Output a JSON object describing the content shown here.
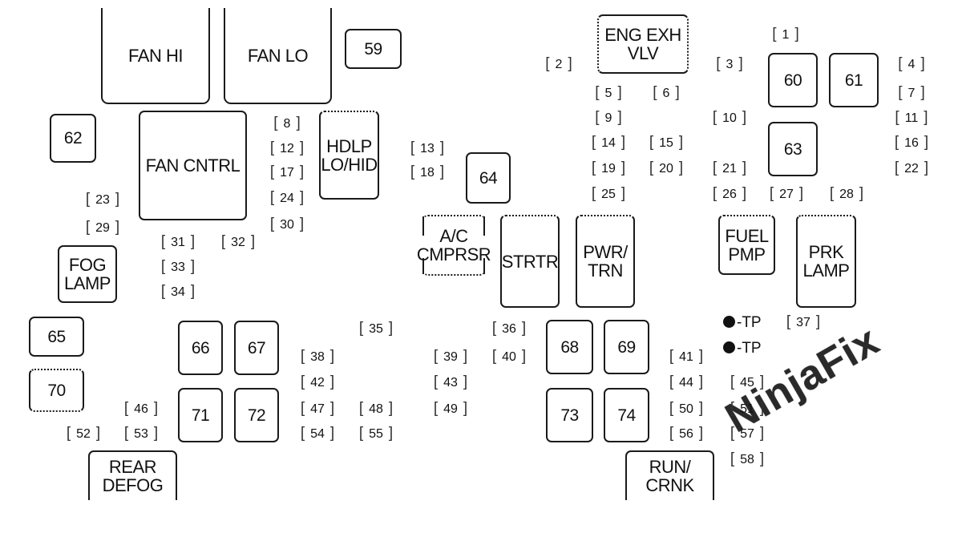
{
  "boxes": {
    "fan_hi": "FAN HI",
    "fan_lo": "FAN LO",
    "b59": "59",
    "eng_exh_vlv": "ENG EXH\nVLV",
    "b60": "60",
    "b61": "61",
    "b62": "62",
    "fan_cntrl": "FAN CNTRL",
    "hdlp_lo_hid": "HDLP\nLO/HID",
    "b63": "63",
    "b64": "64",
    "ac_cmprsr": "A/C\nCMPRSR",
    "strtr": "STRTR",
    "pwr_trn": "PWR/\nTRN",
    "fuel_pmp": "FUEL\nPMP",
    "prk_lamp": "PRK\nLAMP",
    "fog_lamp": "FOG\nLAMP",
    "b65": "65",
    "b66": "66",
    "b67": "67",
    "b68": "68",
    "b69": "69",
    "b70": "70",
    "b71": "71",
    "b72": "72",
    "b73": "73",
    "b74": "74",
    "rear_defog": "REAR\nDEFOG",
    "run_crnk": "RUN/\nCRNK"
  },
  "fuses": [
    "1",
    "2",
    "3",
    "4",
    "5",
    "6",
    "7",
    "8",
    "9",
    "10",
    "11",
    "12",
    "13",
    "14",
    "15",
    "16",
    "17",
    "18",
    "19",
    "20",
    "21",
    "22",
    "23",
    "24",
    "25",
    "26",
    "27",
    "28",
    "29",
    "30",
    "31",
    "32",
    "33",
    "34",
    "35",
    "36",
    "37",
    "38",
    "39",
    "40",
    "41",
    "42",
    "43",
    "44",
    "45",
    "46",
    "47",
    "48",
    "49",
    "50",
    "51",
    "52",
    "53",
    "54",
    "55",
    "56",
    "57",
    "58"
  ],
  "test_point_label": "-TP",
  "watermark": "NinjaFix"
}
